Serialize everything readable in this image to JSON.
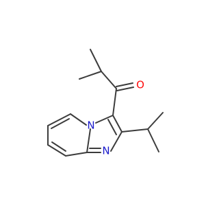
{
  "molecule": {
    "atoms": [
      {
        "id": "O",
        "label": "O",
        "color": "#ff0d0d"
      },
      {
        "id": "N_bridge",
        "label": "N",
        "color": "#1a1acc"
      },
      {
        "id": "N_ring",
        "label": "N",
        "color": "#1a1acc"
      }
    ]
  }
}
